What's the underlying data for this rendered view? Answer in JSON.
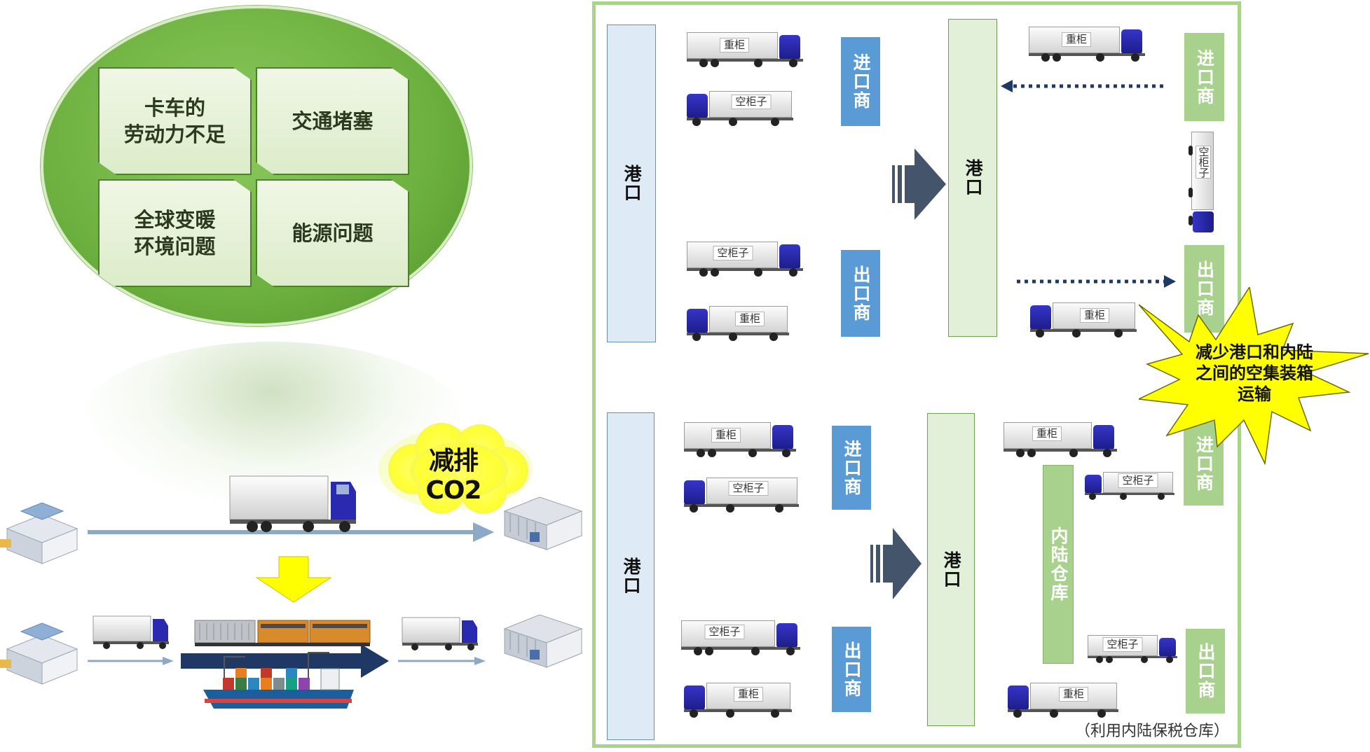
{
  "issues": {
    "cards": [
      "卡车的\n劳动力不足",
      "交通堵塞",
      "全球变暖\n环境问题",
      "能源问题"
    ]
  },
  "emission": {
    "cloud_line1": "减排",
    "cloud_line2": "CO2"
  },
  "top_before": {
    "port_label": "港口",
    "importer_label": "进口商",
    "exporter_label": "出口商",
    "truck1_label": "重柜",
    "truck2_label": "空柜子",
    "truck3_label": "空柜子",
    "truck4_label": "重柜"
  },
  "top_after": {
    "port_label": "港口",
    "importer_label": "进口商",
    "exporter_label": "出口商",
    "truck1_label": "重柜",
    "vertical_truck_label": "空柜子",
    "truck2_label": "重柜"
  },
  "starburst": {
    "text": "减少港口和内陆之间的空集装箱运输"
  },
  "bottom_before": {
    "port_label": "港口",
    "importer_label": "进口商",
    "exporter_label": "出口商",
    "truck1_label": "重柜",
    "truck2_label": "空柜子",
    "truck3_label": "空柜子",
    "truck4_label": "重柜"
  },
  "bottom_after": {
    "port_label": "港口",
    "warehouse_label": "内陆仓库",
    "importer_label": "进口商",
    "exporter_label": "出口商",
    "truck1_label": "重柜",
    "truck2_label": "空柜子",
    "truck3_label": "空柜子",
    "truck4_label": "重柜"
  },
  "footnote": "（利用内陆保税仓库）",
  "colors": {
    "accent_green": "#a9d18e",
    "accent_blue": "#5b9bd5",
    "arrow_navy": "#1f3864",
    "starburst_yellow": "#ffff00"
  }
}
